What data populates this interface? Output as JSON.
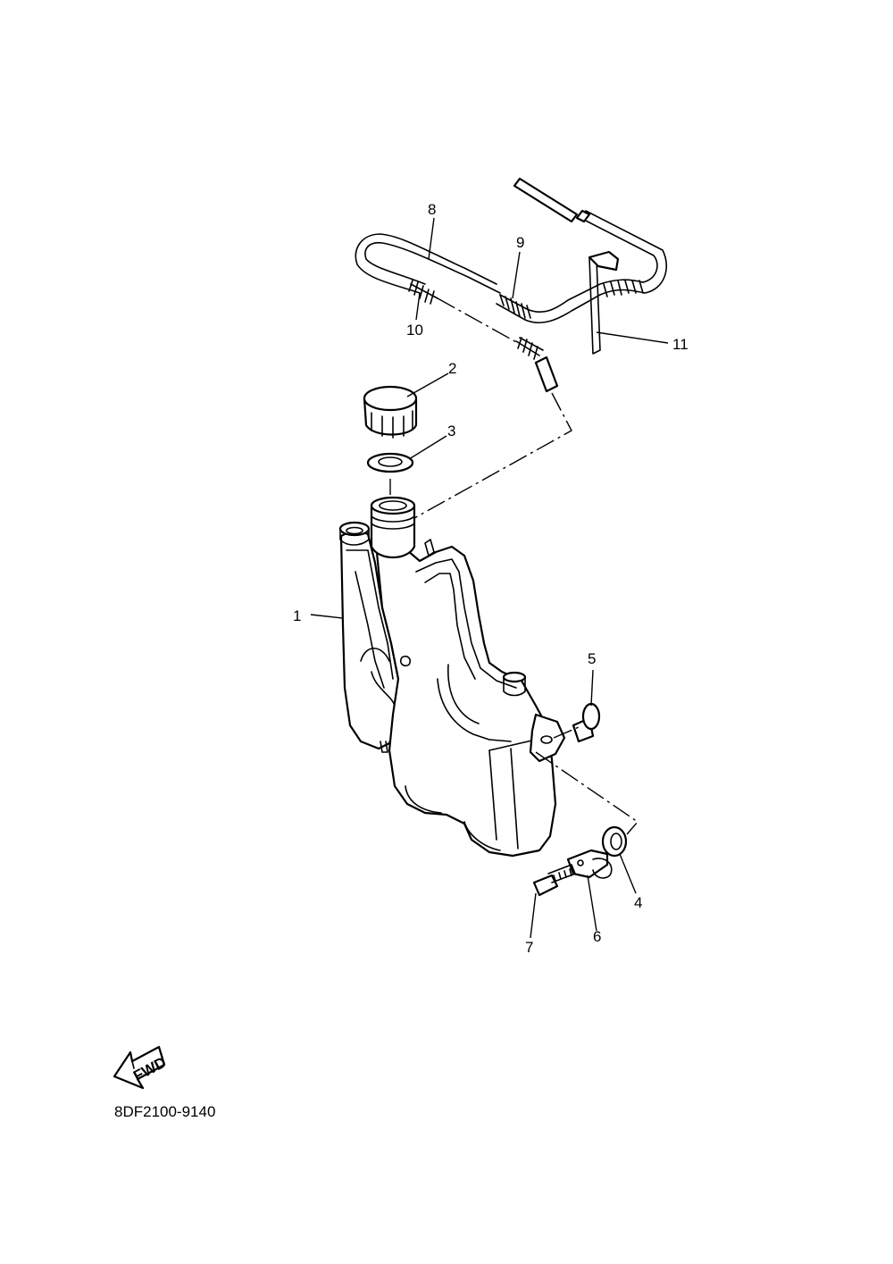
{
  "callouts": {
    "p1": "1",
    "p2": "2",
    "p3": "3",
    "p4": "4",
    "p5": "5",
    "p6": "6",
    "p7": "7",
    "p8": "8",
    "p9": "9",
    "p10": "10",
    "p11": "11"
  },
  "fwd_label": "FWD",
  "drawing_code": "8DF2100-9140"
}
